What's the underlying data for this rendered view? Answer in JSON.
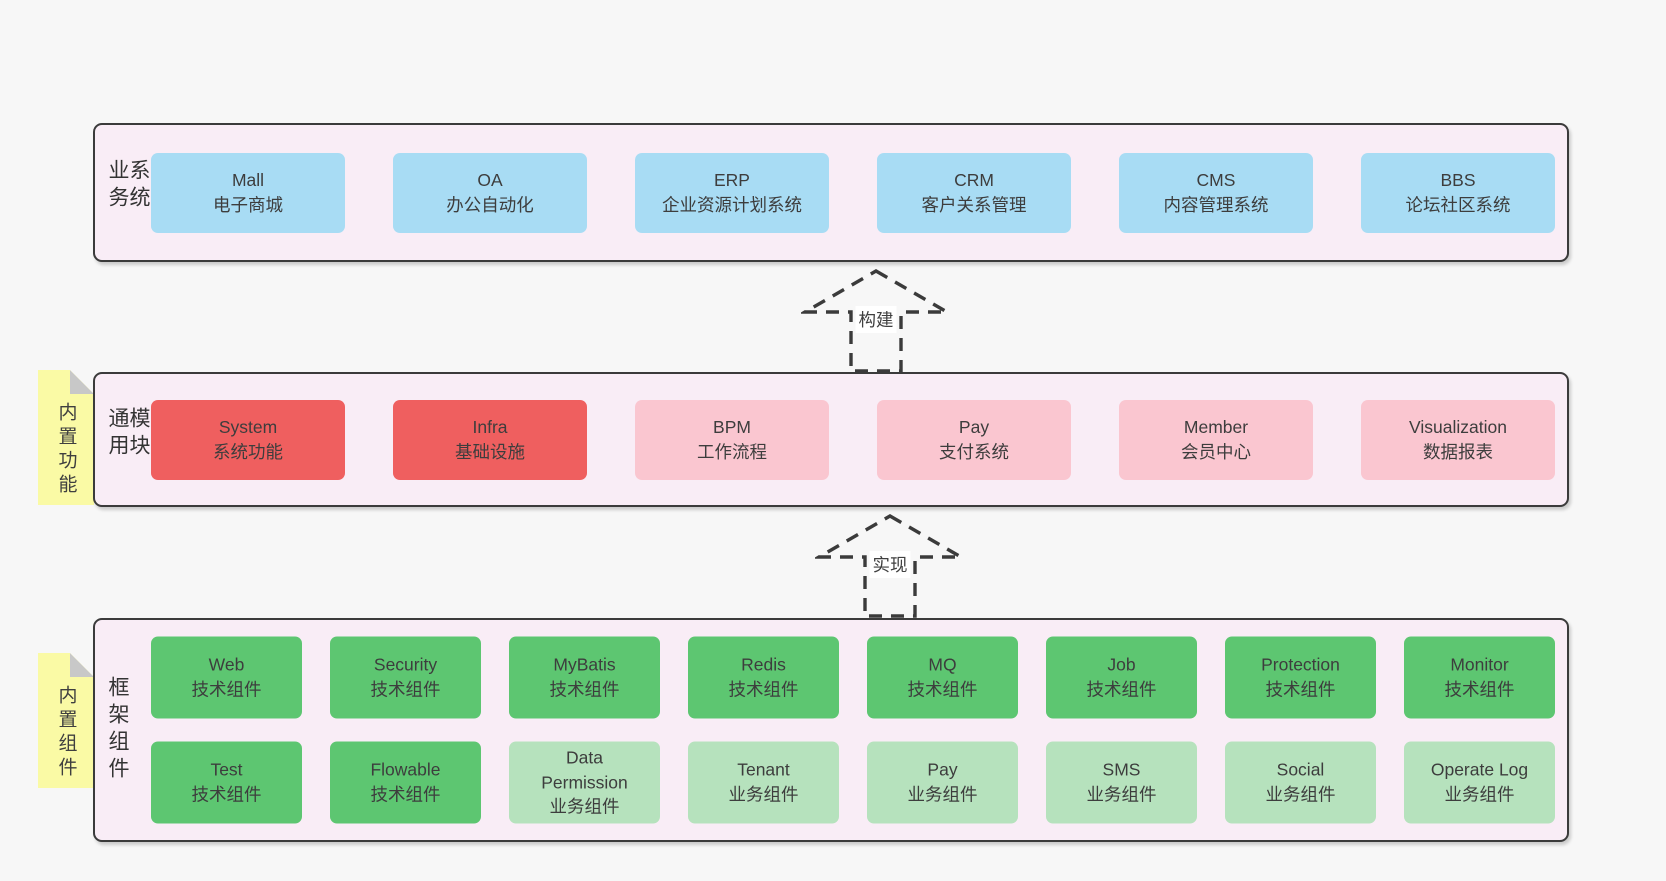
{
  "colors": {
    "page_bg": "#f7f7f7",
    "container_bg": "#f9edf6",
    "container_border": "#3b3b3b",
    "blue": "#a8dcf4",
    "red": "#ef5f5f",
    "pink": "#fac6d0",
    "green": "#5dc671",
    "lightgreen": "#b6e2bd",
    "tag_bg": "#fafaa5",
    "tag_fold": "#c8c8c8"
  },
  "arrows": [
    {
      "label": "构建"
    },
    {
      "label": "实现"
    }
  ],
  "sections": [
    {
      "label": "业务系统",
      "tag": null,
      "rows": [
        [
          {
            "en": "Mall",
            "zh": "电子商城",
            "variant": "blue"
          },
          {
            "en": "OA",
            "zh": "办公自动化",
            "variant": "blue"
          },
          {
            "en": "ERP",
            "zh": "企业资源计划系统",
            "variant": "blue"
          },
          {
            "en": "CRM",
            "zh": "客户关系管理",
            "variant": "blue"
          },
          {
            "en": "CMS",
            "zh": "内容管理系统",
            "variant": "blue"
          },
          {
            "en": "BBS",
            "zh": "论坛社区系统",
            "variant": "blue"
          }
        ]
      ]
    },
    {
      "label": "通用模块",
      "tag": "内置功能",
      "rows": [
        [
          {
            "en": "System",
            "zh": "系统功能",
            "variant": "red"
          },
          {
            "en": "Infra",
            "zh": "基础设施",
            "variant": "red"
          },
          {
            "en": "BPM",
            "zh": "工作流程",
            "variant": "pink"
          },
          {
            "en": "Pay",
            "zh": "支付系统",
            "variant": "pink"
          },
          {
            "en": "Member",
            "zh": "会员中心",
            "variant": "pink"
          },
          {
            "en": "Visualization",
            "zh": "数据报表",
            "variant": "pink"
          }
        ]
      ]
    },
    {
      "label": "框架组件",
      "tag": "内置组件",
      "rows": [
        [
          {
            "en": "Web",
            "zh": "技术组件",
            "variant": "green"
          },
          {
            "en": "Security",
            "zh": "技术组件",
            "variant": "green"
          },
          {
            "en": "MyBatis",
            "zh": "技术组件",
            "variant": "green"
          },
          {
            "en": "Redis",
            "zh": "技术组件",
            "variant": "green"
          },
          {
            "en": "MQ",
            "zh": "技术组件",
            "variant": "green"
          },
          {
            "en": "Job",
            "zh": "技术组件",
            "variant": "green"
          },
          {
            "en": "Protection",
            "zh": "技术组件",
            "variant": "green"
          },
          {
            "en": "Monitor",
            "zh": "技术组件",
            "variant": "green"
          }
        ],
        [
          {
            "en": "Test",
            "zh": "技术组件",
            "variant": "green"
          },
          {
            "en": "Flowable",
            "zh": "技术组件",
            "variant": "green"
          },
          {
            "en": "Data\nPermission",
            "zh": "业务组件",
            "variant": "lightgreen"
          },
          {
            "en": "Tenant",
            "zh": "业务组件",
            "variant": "lightgreen"
          },
          {
            "en": "Pay",
            "zh": "业务组件",
            "variant": "lightgreen"
          },
          {
            "en": "SMS",
            "zh": "业务组件",
            "variant": "lightgreen"
          },
          {
            "en": "Social",
            "zh": "业务组件",
            "variant": "lightgreen"
          },
          {
            "en": "Operate Log",
            "zh": "业务组件",
            "variant": "lightgreen"
          }
        ]
      ]
    }
  ]
}
